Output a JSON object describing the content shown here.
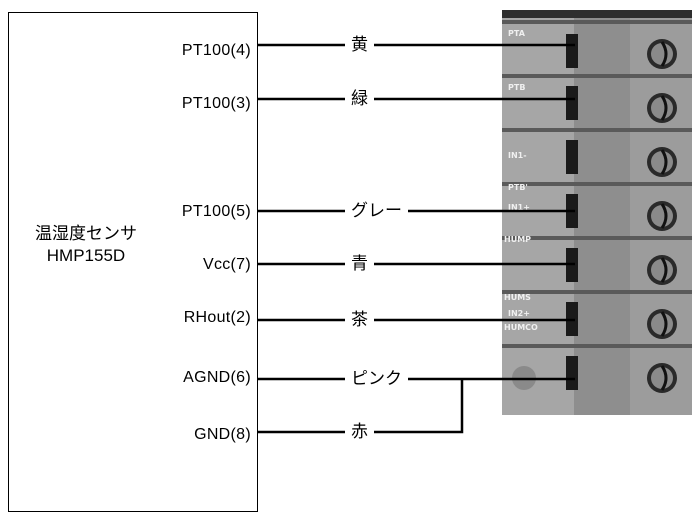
{
  "sensor": {
    "name_line1": "温湿度センサ",
    "name_line2": "HMP155D"
  },
  "pins": [
    {
      "label": "PT100(4)",
      "wire": "黄"
    },
    {
      "label": "PT100(3)",
      "wire": "緑"
    },
    {
      "label": "PT100(5)",
      "wire": "グレー"
    },
    {
      "label": "Vcc(7)",
      "wire": "青"
    },
    {
      "label": "RHout(2)",
      "wire": "茶"
    },
    {
      "label": "AGND(6)",
      "wire": "ピンク"
    },
    {
      "label": "GND(8)",
      "wire": "赤"
    }
  ],
  "terminal_labels": [
    "PTA",
    "PTB",
    "IN1-",
    "PTB'",
    "IN1+",
    "HUMP",
    "HUMS",
    "IN2+",
    "HUMCO"
  ],
  "colors": {
    "line": "#000000",
    "terminal_body": "#9a9a9a",
    "terminal_dark": "#3a3a3a"
  }
}
